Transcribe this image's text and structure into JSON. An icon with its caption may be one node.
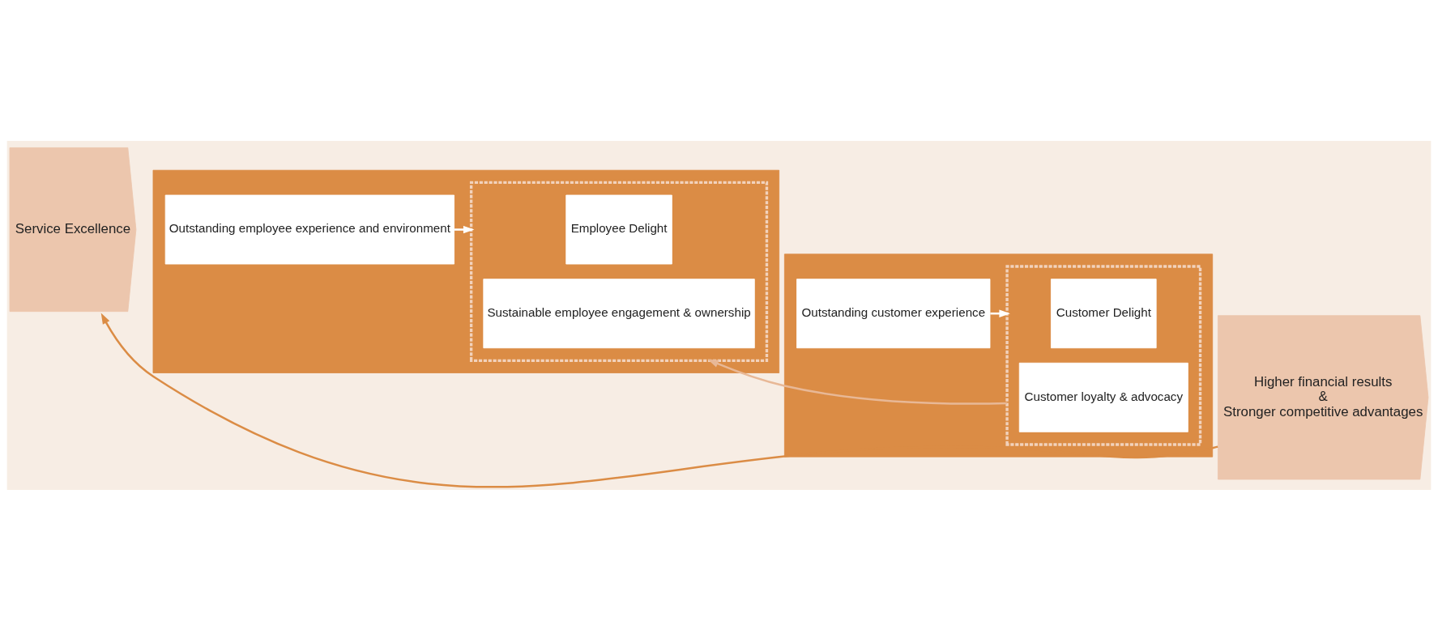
{
  "diagram": {
    "nodes": [
      {
        "text": [
          "Service Excellence"
        ]
      },
      {
        "text": [],
        "shape": "chevron"
      },
      {
        "text": [
          "Outstanding employee experience and environment"
        ],
        "in": 1
      },
      {
        "text": [],
        "shape": "box",
        "in": 1
      },
      {
        "text": [
          "Employee Delight"
        ],
        "in": 3
      },
      {
        "text": [
          "Sustainable employee engagement & ownership"
        ],
        "in": 3
      },
      {
        "text": [],
        "shape": "chevron"
      },
      {
        "text": [
          "Outstanding customer experience"
        ],
        "in": 6
      },
      {
        "text": [],
        "shape": "box",
        "in": 6
      },
      {
        "text": [
          "Customer Delight"
        ],
        "in": 8
      },
      {
        "text": [
          "Customer loyalty & advocacy"
        ],
        "in": 8
      },
      {
        "text": [
          "Higher financial results",
          "&",
          "Stronger competitive advantages"
        ]
      }
    ],
    "edges": [
      {
        "from": 2,
        "to": 3,
        "arrow": "to",
        "color": "#ffffff"
      },
      {
        "from": 7,
        "to": 8,
        "arrow": "to",
        "color": "#ffffff"
      },
      {
        "from": 8,
        "to": 3,
        "arrow": "to",
        "color": "#e8b896"
      },
      {
        "from": 11,
        "to": 0,
        "arrow": "to",
        "color": "#db8c45"
      }
    ]
  }
}
